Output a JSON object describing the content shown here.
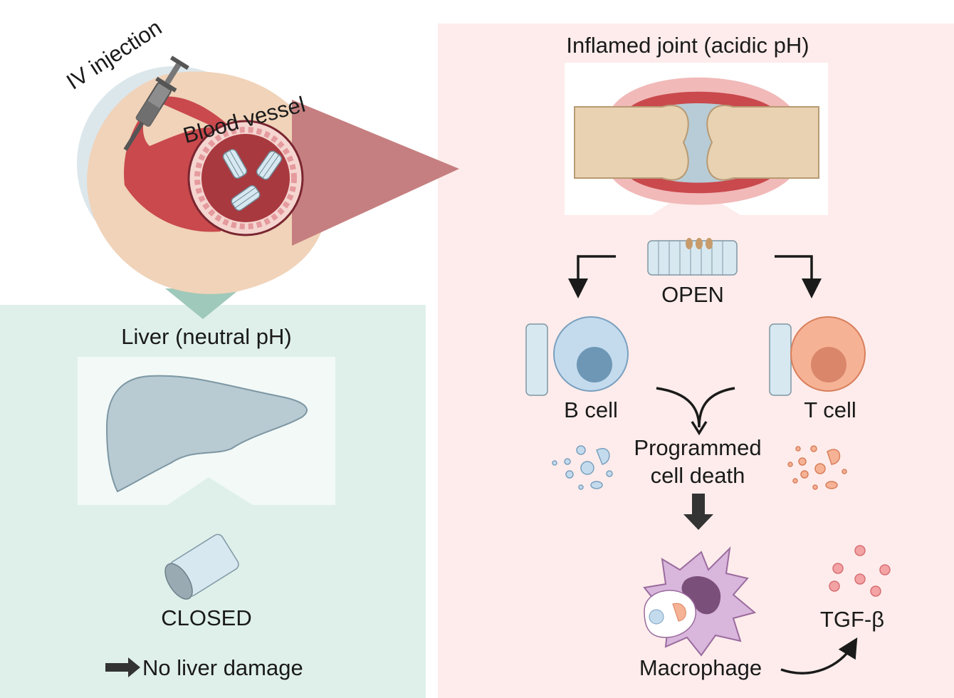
{
  "labels": {
    "iv_injection": "IV injection",
    "blood_vessel": "Blood vessel",
    "inflamed_joint": "Inflamed joint (acidic pH)",
    "open": "OPEN",
    "b_cell": "B cell",
    "t_cell": "T cell",
    "programmed_cell_death": [
      "Programmed",
      "cell death"
    ],
    "macrophage": "Macrophage",
    "tgf_beta": "TGF-β",
    "liver": "Liver (neutral pH)",
    "closed": "CLOSED",
    "no_liver_damage": "No liver damage"
  },
  "colors": {
    "joint_panel": "#fdeceb",
    "liver_panel": "#dff0ea",
    "tissue": "#f0d3b9",
    "vessel_red": "#c9494d",
    "lumen": "#a8393f",
    "b_cell": "#c4dbee",
    "t_cell": "#f6b295",
    "macrophage": "#d9b6dc",
    "liver_organ": "#b8cad2",
    "tgf": "#f4a3a5"
  }
}
